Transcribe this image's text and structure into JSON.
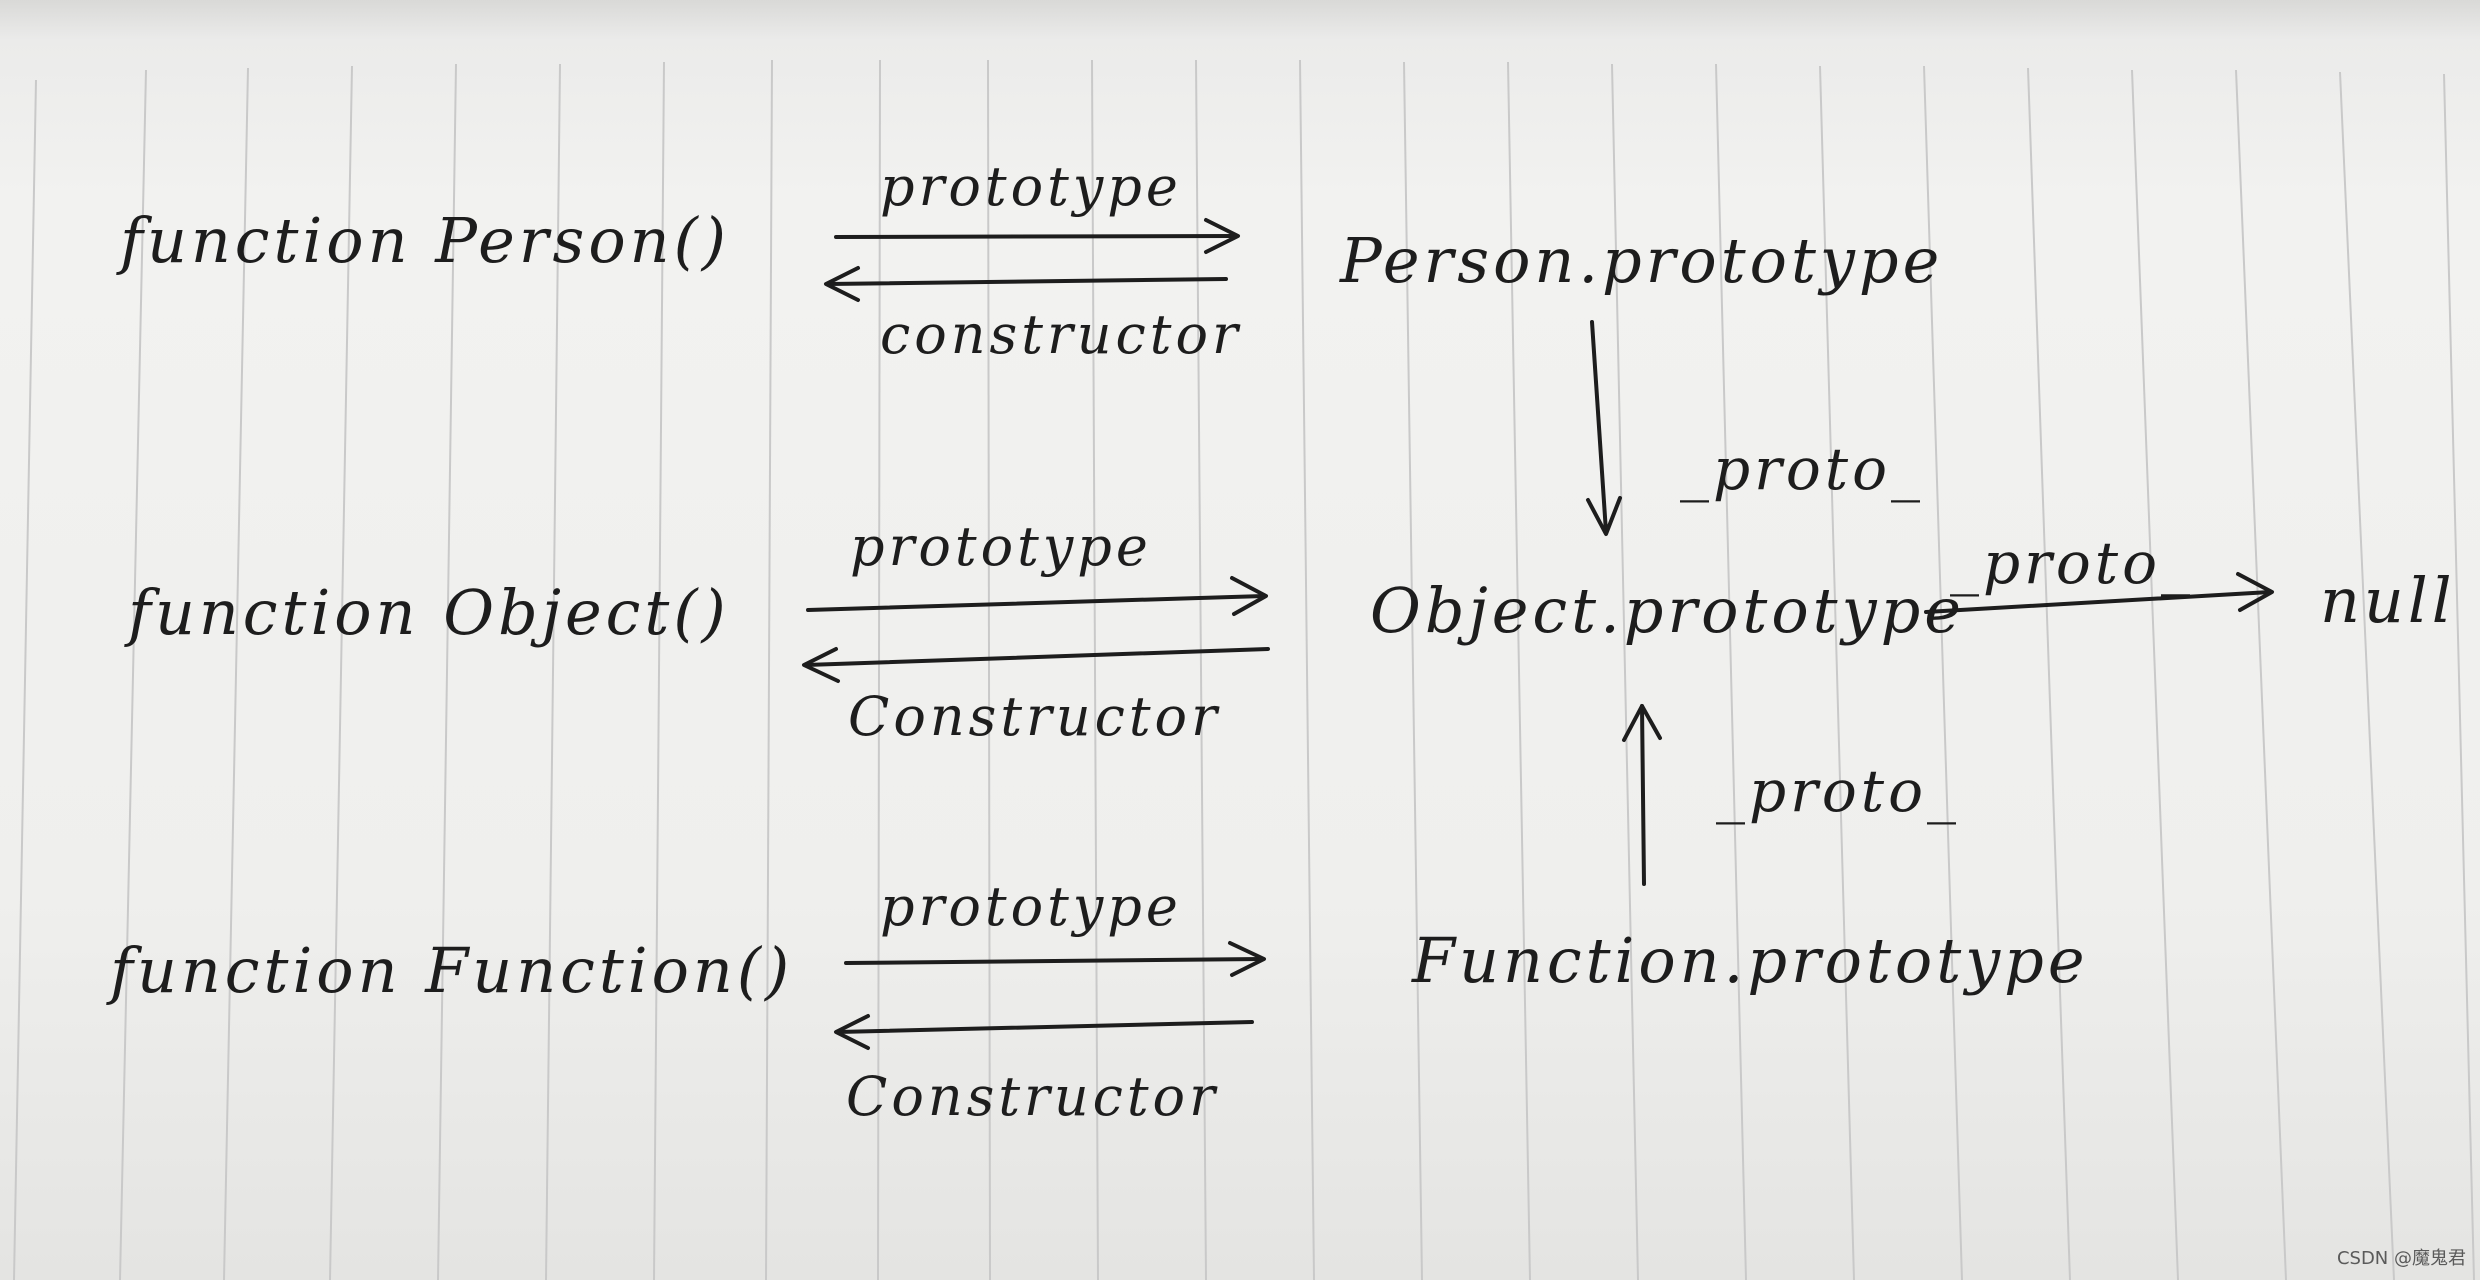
{
  "nodes": {
    "person_fn": "function Person()",
    "person_proto": "Person.prototype",
    "object_fn": "function Object()",
    "object_proto": "Object.prototype",
    "function_fn": "function Function()",
    "function_proto": "Function.prototype",
    "null": "null"
  },
  "edges": {
    "person_prototype": "prototype",
    "person_constructor": "constructor",
    "object_prototype": "prototype",
    "object_constructor": "Constructor",
    "function_prototype": "prototype",
    "function_constructor": "Constructor",
    "person_proto_link": "_proto_",
    "function_proto_link": "_proto_",
    "object_proto_link": "_proto_"
  },
  "watermark": "CSDN @魔鬼君"
}
